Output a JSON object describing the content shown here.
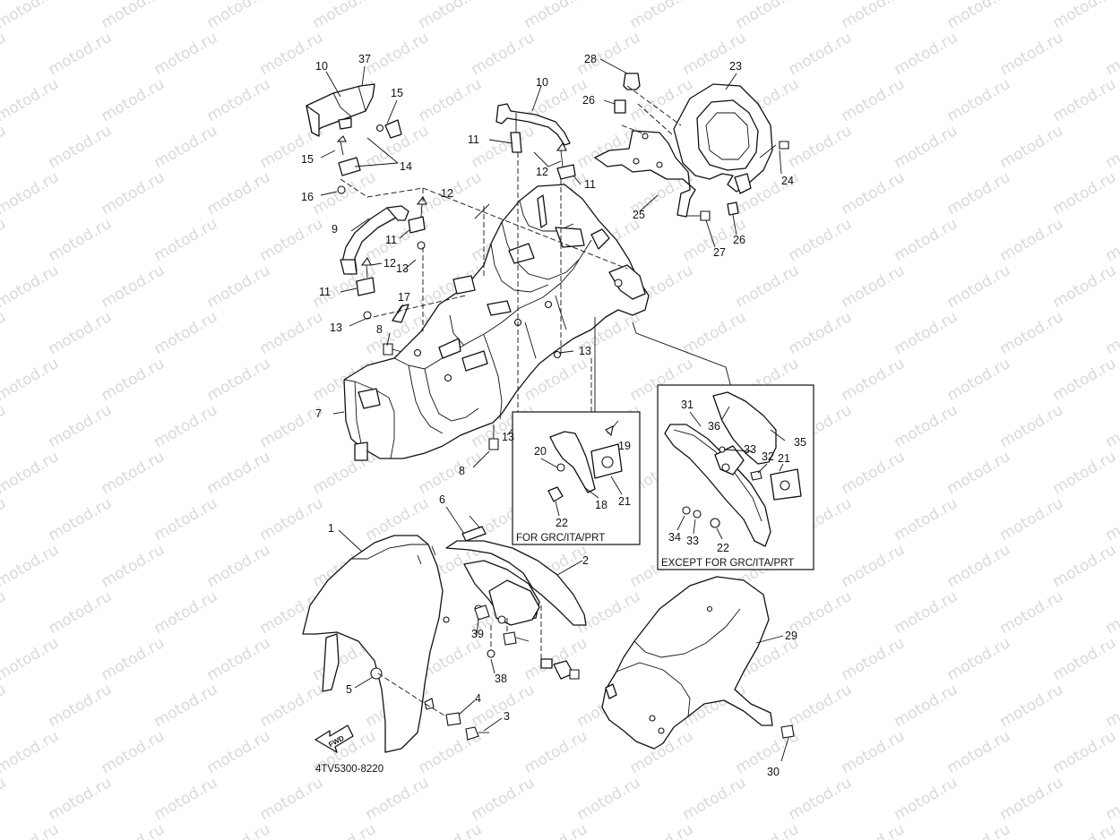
{
  "watermark": "motod.ru",
  "diagram_code": "4TV5300-8220",
  "fwd_label": "FWD",
  "boxes": {
    "grc": {
      "caption": "FOR GRC/ITA/PRT"
    },
    "except": {
      "caption": "EXCEPT FOR GRC/ITA/PRT"
    }
  },
  "callouts": {
    "c10a": "10",
    "c37": "37",
    "c15a": "15",
    "c15b": "15",
    "c14": "14",
    "c16": "16",
    "c10b": "10",
    "c11a": "11",
    "c12a": "12",
    "c12b": "12",
    "c11b": "11",
    "c28": "28",
    "c23": "23",
    "c26a": "26",
    "c24": "24",
    "c25": "25",
    "c26b": "26",
    "c27": "27",
    "c9": "9",
    "c11c": "11",
    "c12c": "12",
    "c13a": "13",
    "c11d": "11",
    "c17": "17",
    "c13b": "13",
    "c8a": "8",
    "c13c": "13",
    "c7": "7",
    "c13d": "13",
    "c8b": "8",
    "c31": "31",
    "c36": "36",
    "c35": "35",
    "c33a": "33",
    "c32": "32",
    "c21a": "21",
    "c34": "34",
    "c33b": "33",
    "c22a": "22",
    "c19": "19",
    "c20": "20",
    "c18": "18",
    "c21b": "21",
    "c22b": "22",
    "c6": "6",
    "c1": "1",
    "c2": "2",
    "c39": "39",
    "c38": "38",
    "c5": "5",
    "c4": "4",
    "c3": "3",
    "c29": "29",
    "c30": "30"
  }
}
